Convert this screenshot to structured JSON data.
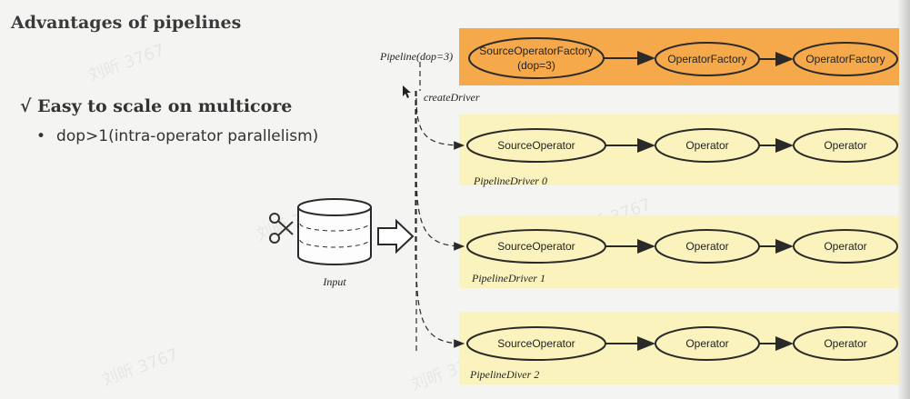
{
  "slide": {
    "title": "Advantages of pipelines",
    "bullet_main": "√ Easy to scale on multicore",
    "bullet_sub_marker": "•",
    "bullet_sub": "dop>1(intra-operator parallelism)"
  },
  "diagram": {
    "pipeline_label": "Pipeline(dop=3)",
    "create_driver_label": "createDriver",
    "input_label": "Input",
    "factory_row": {
      "source": [
        "SourceOperatorFactory",
        "(dop=3)"
      ],
      "op1": "OperatorFactory",
      "op2": "OperatorFactory"
    },
    "drivers": [
      {
        "label": "PipelineDriver 0",
        "source": "SourceOperator",
        "op1": "Operator",
        "op2": "Operator"
      },
      {
        "label": "PipelineDriver 1",
        "source": "SourceOperator",
        "op1": "Operator",
        "op2": "Operator"
      },
      {
        "label": "PipelineDiver 2",
        "source": "SourceOperator",
        "op1": "Operator",
        "op2": "Operator"
      }
    ]
  },
  "colors": {
    "factory_bg": "#f5a94b",
    "driver_bg": "#fbf3bd",
    "ellipse_fill_factory": "#f5a94b",
    "ellipse_fill_driver": "#fbf3bd",
    "stroke": "#2a2a2a"
  },
  "icons": [
    "scissors-icon",
    "database-icon",
    "hollow-arrow-icon",
    "mouse-pointer-icon"
  ],
  "watermark": "刘昕 3767"
}
